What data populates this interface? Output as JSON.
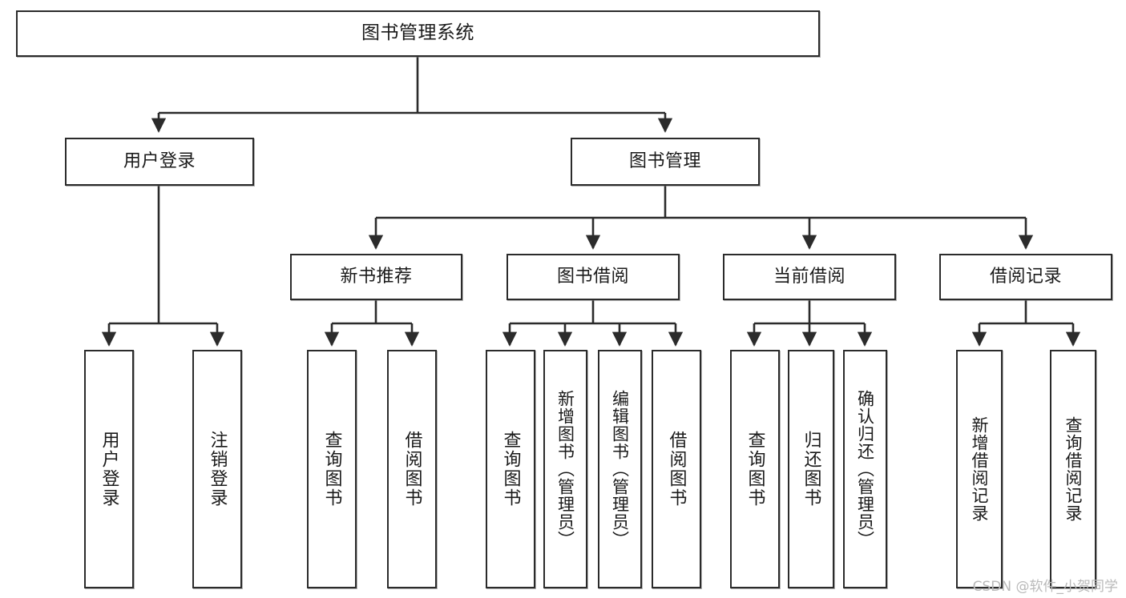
{
  "diagram": {
    "title": "图书管理系统",
    "watermark": "CSDN @软件_小贺同学",
    "line_color": "#2b2b2b",
    "box_fill": "#ffffff",
    "text_color": "#1a1a1a",
    "levels": {
      "level1": [
        "图书管理系统"
      ],
      "level2": [
        "用户登录",
        "图书管理"
      ],
      "level3": [
        "新书推荐",
        "图书借阅",
        "当前借阅",
        "借阅记录"
      ]
    },
    "nodes": {
      "root": "图书管理系统",
      "user_login": "用户登录",
      "book_manage": "图书管理",
      "new_book_rec": "新书推荐",
      "book_borrow": "图书借阅",
      "current_borrow": "当前借阅",
      "borrow_record": "借阅记录",
      "leaf_user_login": "用户登录",
      "leaf_logout_login": "注销登录",
      "leaf_query_book_1": "查询图书",
      "leaf_borrow_book_1": "借阅图书",
      "leaf_query_book_2": "查询图书",
      "leaf_add_book_admin": "新增图书（管理员）",
      "leaf_edit_book_admin": "编辑图书（管理员）",
      "leaf_borrow_book_2": "借阅图书",
      "leaf_query_book_3": "查询图书",
      "leaf_return_book": "归还图书",
      "leaf_confirm_return_admin": "确认归还（管理员）",
      "leaf_add_borrow_record": "新增借阅记录",
      "leaf_query_borrow_record": "查询借阅记录"
    },
    "tree": [
      {
        "label": "图书管理系统",
        "children": [
          {
            "label": "用户登录",
            "children": [
              {
                "label": "用户登录"
              },
              {
                "label": "注销登录"
              }
            ]
          },
          {
            "label": "图书管理",
            "children": [
              {
                "label": "新书推荐",
                "children": [
                  {
                    "label": "查询图书"
                  },
                  {
                    "label": "借阅图书"
                  }
                ]
              },
              {
                "label": "图书借阅",
                "children": [
                  {
                    "label": "查询图书"
                  },
                  {
                    "label": "新增图书（管理员）"
                  },
                  {
                    "label": "编辑图书（管理员）"
                  },
                  {
                    "label": "借阅图书"
                  }
                ]
              },
              {
                "label": "当前借阅",
                "children": [
                  {
                    "label": "查询图书"
                  },
                  {
                    "label": "归还图书"
                  },
                  {
                    "label": "确认归还（管理员）"
                  }
                ]
              },
              {
                "label": "借阅记录",
                "children": [
                  {
                    "label": "新增借阅记录"
                  },
                  {
                    "label": "查询借阅记录"
                  }
                ]
              }
            ]
          }
        ]
      }
    ]
  }
}
